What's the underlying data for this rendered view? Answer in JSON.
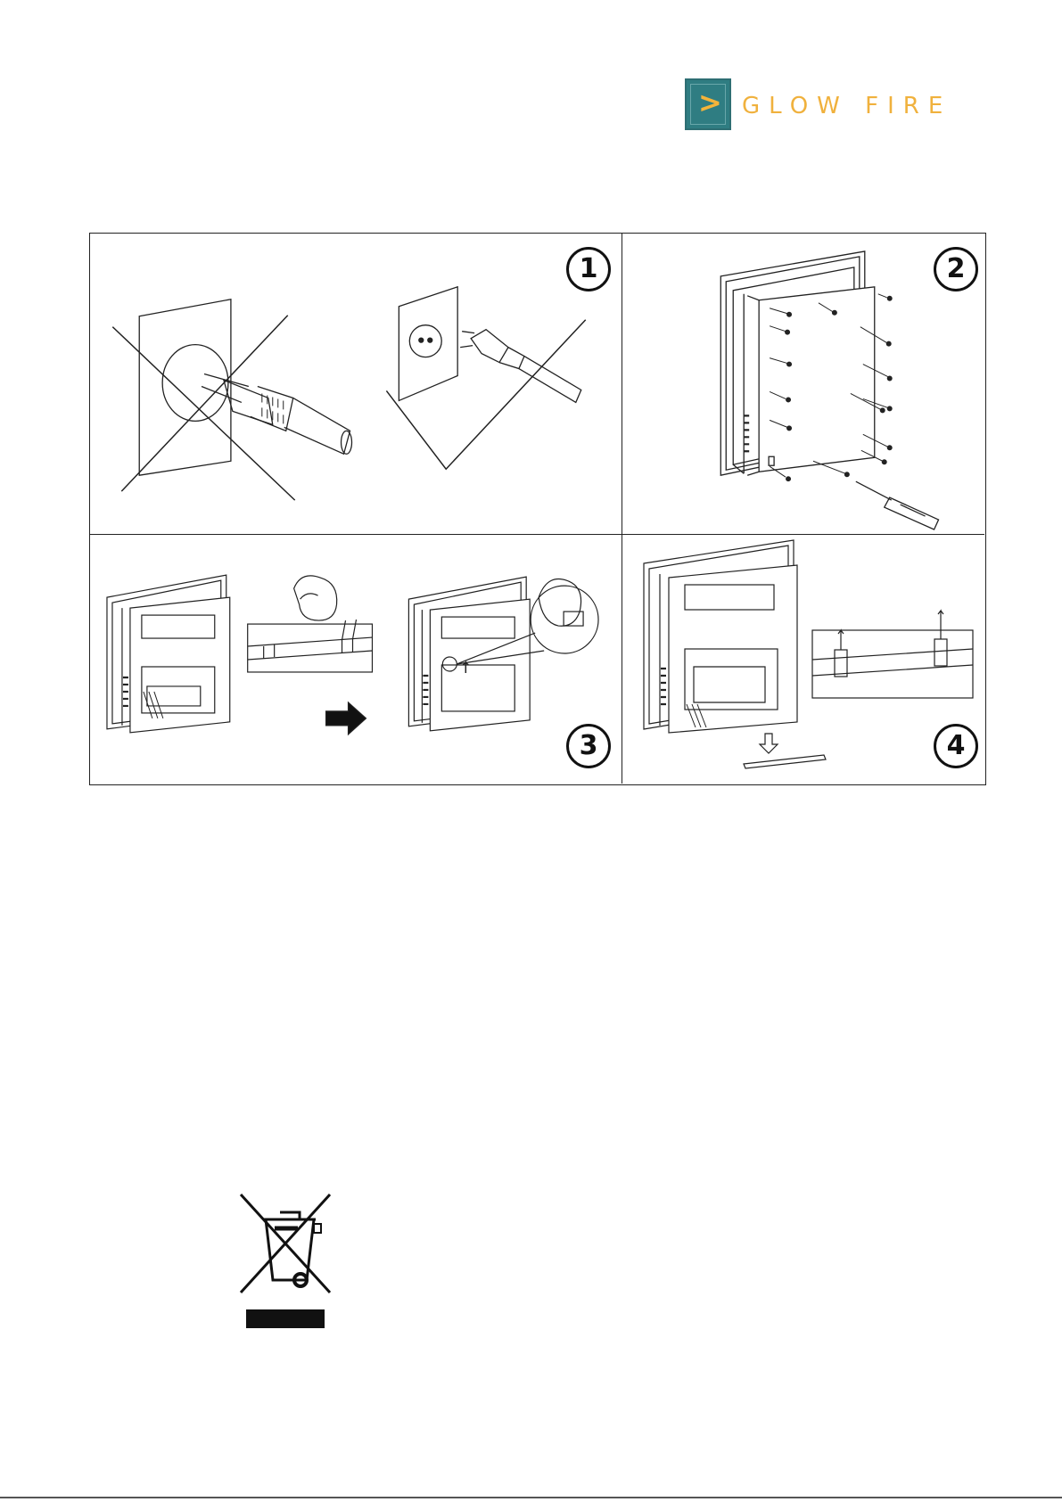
{
  "logo": {
    "mark": ">",
    "brand": "GLOW FIRE",
    "colors": {
      "box": "#2f7d82",
      "accent": "#f0b13d"
    }
  },
  "steps": [
    {
      "number": "1"
    },
    {
      "number": "2"
    },
    {
      "number": "3"
    },
    {
      "number": "4"
    }
  ],
  "symbols": {
    "weee": "crossed-out-wheelie-bin-icon"
  }
}
